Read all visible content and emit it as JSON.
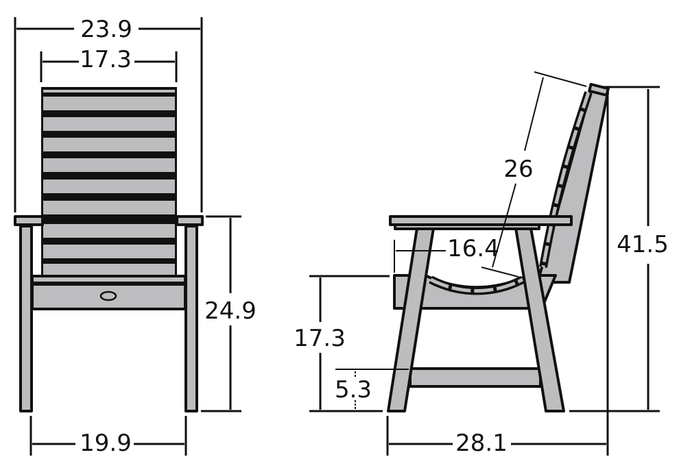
{
  "diagram": {
    "subject": "Chair dimension drawing",
    "units": "inches",
    "colors": {
      "wood": "#bdbdbf",
      "outline": "#111111",
      "background": "#ffffff"
    },
    "front_view": {
      "overall_width": "23.9",
      "back_width": "17.3",
      "seat_height_to_arm": "24.9",
      "leg_span": "19.9"
    },
    "side_view": {
      "back_length": "26",
      "seat_depth": "16.4",
      "seat_height": "17.3",
      "stretcher_height": "5.3",
      "overall_height": "41.5",
      "overall_depth": "28.1"
    }
  }
}
